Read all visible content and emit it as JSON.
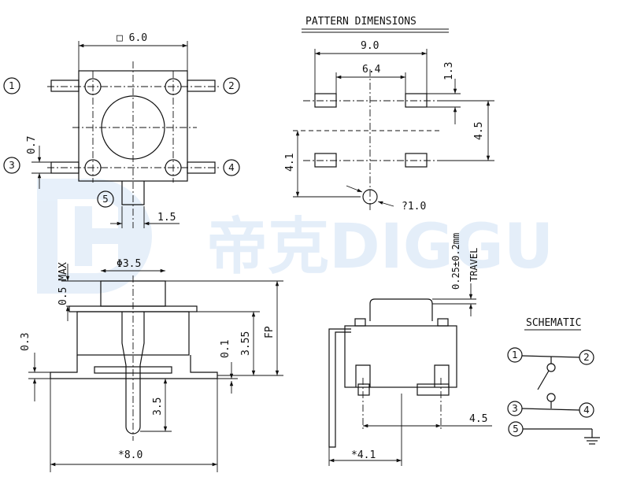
{
  "watermark": {
    "text": "帝克DIGGU"
  },
  "top_view": {
    "width_dim": "□ 6.0",
    "pin_pitch_dim": "0.7",
    "tab_dim": "1.5",
    "pin_labels": [
      "1",
      "2",
      "3",
      "4",
      "5"
    ]
  },
  "pattern": {
    "title": "PATTERN DIMENSIONS",
    "dim_9": "9.0",
    "dim_64": "6.4",
    "dim_13": "1.3",
    "dim_45": "4.5",
    "dim_41": "4.1",
    "dim_hole": "?1.0"
  },
  "front_view": {
    "dim_phi": "Φ3.5",
    "dim_max": "0.5 MAX",
    "dim_03": "0.3",
    "dim_01": "0.1",
    "dim_355": "3.55",
    "dim_fp": "FP",
    "dim_35": "3.5",
    "dim_80": "*8.0"
  },
  "side_view": {
    "travel_value": "0.25±0.2mm",
    "travel_label": "TRAVEL",
    "dim_45": "4.5",
    "dim_41": "*4.1"
  },
  "schematic": {
    "title": "SCHEMATIC",
    "pins": [
      "1",
      "2",
      "3",
      "4",
      "5"
    ]
  }
}
